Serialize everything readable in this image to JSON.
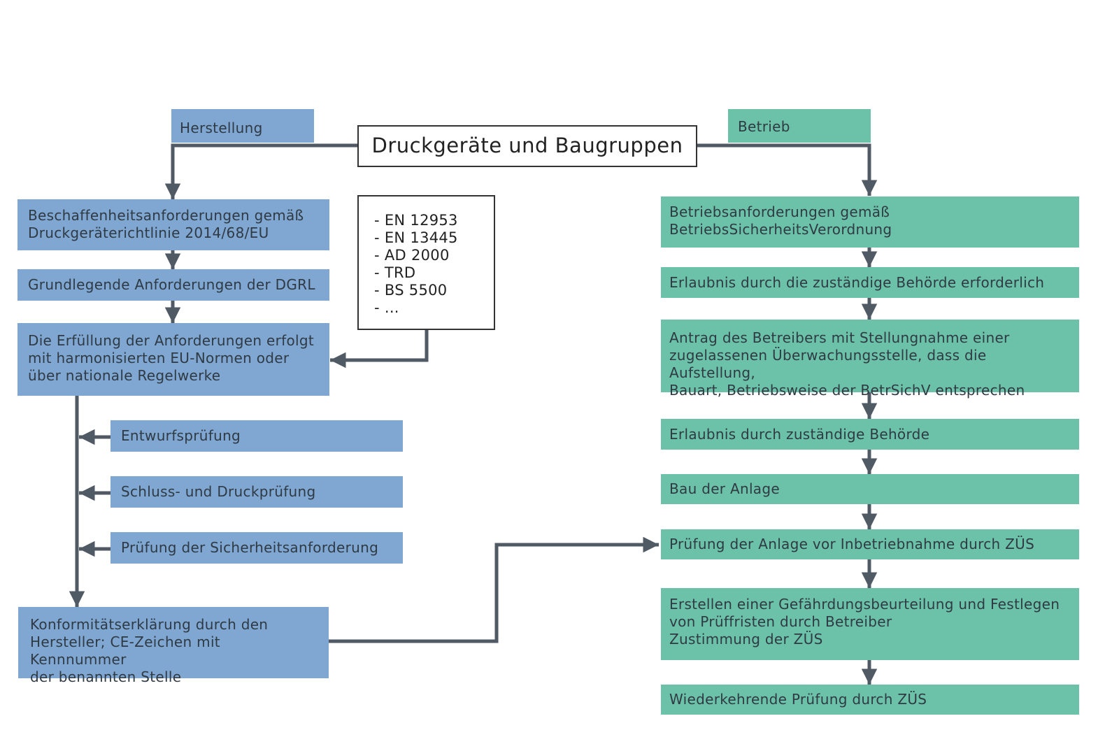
{
  "title": "Druckgeräte und Baugruppen",
  "left": {
    "header": "Herstellung",
    "steps": [
      "Beschaffenheitsanforderungen gemäß\nDruckgeräterichtlinie 2014/68/EU",
      "Grundlegende Anforderungen der DGRL",
      "Die Erfüllung der Anforderungen erfolgt\nmit harmonisierten EU-Normen oder\nüber nationale Regelwerke"
    ],
    "checks": [
      "Entwurfsprüfung",
      "Schluss- und Druckprüfung",
      "Prüfung der Sicherheitsanforderung"
    ],
    "final": "Konformitätserklärung durch den\nHersteller; CE-Zeichen mit Kennnummer\nder benannten Stelle"
  },
  "standards": "- EN 12953\n- EN 13445\n- AD 2000\n- TRD\n- BS 5500\n- ...",
  "right": {
    "header": "Betrieb",
    "steps": [
      "Betriebsanforderungen gemäß\nBetriebsSicherheitsVerordnung",
      "Erlaubnis durch die zuständige Behörde erforderlich",
      "Antrag des Betreibers mit Stellungnahme einer\nzugelassenen Überwachungsstelle, dass die Aufstellung,\nBauart, Betriebsweise der BetrSichV entsprechen",
      "Erlaubnis durch zuständige Behörde",
      "Bau der Anlage",
      "Prüfung der Anlage vor Inbetriebnahme durch ZÜS",
      "Erstellen einer Gefährdungsbeurteilung und Festlegen\nvon Prüffristen durch Betreiber\nZustimmung der ZÜS",
      "Wiederkehrende Prüfung durch ZÜS"
    ]
  },
  "colors": {
    "left_fill": "#7fa7d2",
    "right_fill": "#6cc2a8",
    "connector": "#505a64"
  }
}
